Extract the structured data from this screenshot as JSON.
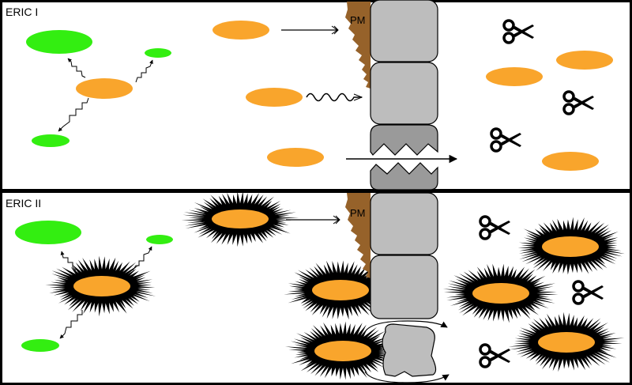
{
  "panels": [
    {
      "label": "ERIC I",
      "membrane_label": "PM"
    },
    {
      "label": "ERIC II",
      "membrane_label": "PM"
    }
  ],
  "colors": {
    "border": "#000000",
    "green_cell": "#33ee11",
    "orange_cell": "#f9a52c",
    "plasma_membrane": "#96622a",
    "bar_segment": "#bdbdbd",
    "bar_segment_dark": "#9a9a9a",
    "spike_coat": "#000000"
  },
  "icons": [
    "scissors-icon",
    "double-arrow-icon",
    "wavy-arrow-icon",
    "zigzag-arrow-icon",
    "through-arrow-icon",
    "circular-arrow-icon"
  ]
}
